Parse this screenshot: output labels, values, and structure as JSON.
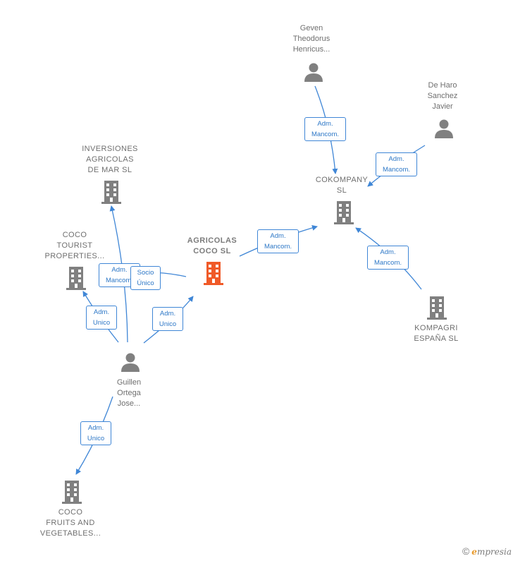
{
  "nodes": {
    "geven": {
      "lines": [
        "Geven",
        "Theodorus",
        "Henricus..."
      ],
      "kind": "person"
    },
    "deharo": {
      "lines": [
        "De Haro",
        "Sanchez",
        "Javier"
      ],
      "kind": "person"
    },
    "inversiones": {
      "lines": [
        "INVERSIONES",
        "AGRICOLAS",
        "DE MAR  SL"
      ],
      "kind": "company"
    },
    "cokompany": {
      "lines": [
        "COKOMPANY",
        "SL"
      ],
      "kind": "company"
    },
    "coco_tourist": {
      "lines": [
        "COCO",
        "TOURIST",
        "PROPERTIES..."
      ],
      "kind": "company"
    },
    "agricolas": {
      "lines": [
        "AGRICOLAS",
        "COCO  SL"
      ],
      "kind": "company-main"
    },
    "kompagri": {
      "lines": [
        "KOMPAGRI",
        "ESPAÑA  SL"
      ],
      "kind": "company"
    },
    "guillen": {
      "lines": [
        "Guillen",
        "Ortega",
        "Jose..."
      ],
      "kind": "person"
    },
    "coco_fruits": {
      "lines": [
        "COCO",
        "FRUITS AND",
        "VEGETABLES..."
      ],
      "kind": "company"
    }
  },
  "relations": {
    "r_geven_cok": [
      "Adm.",
      "Mancom."
    ],
    "r_deharo_cok": [
      "Adm.",
      "Mancom."
    ],
    "r_agri_cok": [
      "Adm.",
      "Mancom."
    ],
    "r_komp_cok": [
      "Adm.",
      "Mancom."
    ],
    "r_guillen_inv": [
      "Adm.",
      "Mancom."
    ],
    "r_socio": [
      "Socio",
      "Único"
    ],
    "r_guillen_tourist": [
      "Adm.",
      "Unico"
    ],
    "r_guillen_agri": [
      "Adm.",
      "Unico"
    ],
    "r_guillen_fruits": [
      "Adm.",
      "Unico"
    ]
  },
  "colors": {
    "edge": "#3f86d6",
    "node": "#808080",
    "main": "#f05a28"
  },
  "brand": {
    "symbol": "©",
    "first_letter": "e",
    "rest": "mpresia"
  }
}
